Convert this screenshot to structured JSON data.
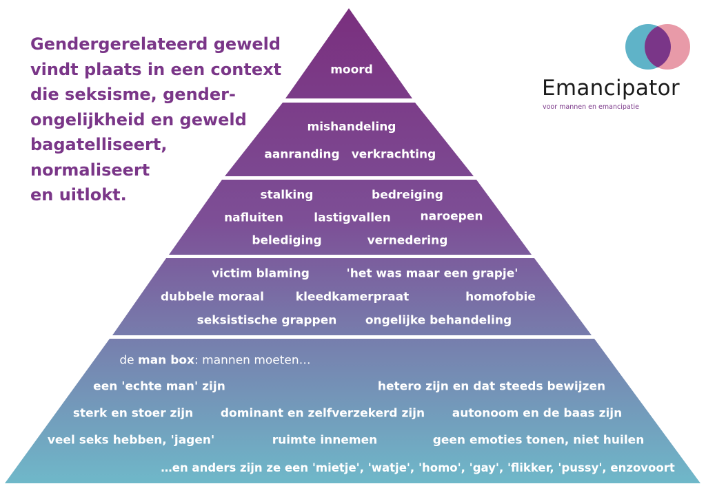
{
  "headline_lines": [
    "Gendergerelateerd geweld",
    "vindt plaats in een context",
    "die seksisme, gender-",
    "ongelijkheid en geweld",
    "bagatelliseert,",
    "normaliseert",
    "en uitlokt."
  ],
  "logo": {
    "name": "Emancipator",
    "tagline": "voor mannen en emancipatie",
    "colors": {
      "left_circle": "#5fb3c8",
      "right_circle": "#e89aa8",
      "overlap": "#7a3688"
    }
  },
  "colors": {
    "headline": "#7a3688",
    "tier_top": "#7a2f7e",
    "tier_bottom": "#6fb8c9",
    "label_text": "#ffffff"
  },
  "tiers": [
    {
      "labels": [
        "moord"
      ]
    },
    {
      "labels": [
        "mishandeling",
        "aanranding",
        "verkrachting"
      ]
    },
    {
      "labels": [
        "stalking",
        "bedreiging",
        "nafluiten",
        "lastigvallen",
        "naroepen",
        "belediging",
        "vernedering"
      ]
    },
    {
      "labels": [
        "victim blaming",
        "'het was maar een grapje'",
        "dubbele moraal",
        "kleedkamerpraat",
        "homofobie",
        "seksistische grappen",
        "ongelijke  behandeling"
      ]
    },
    {
      "intro_prefix": "de ",
      "intro_bold": "man box",
      "intro_suffix": ": mannen moeten…",
      "labels": [
        "een 'echte man' zijn",
        "hetero zijn en dat steeds bewijzen",
        "sterk en stoer zijn",
        "dominant en zelfverzekerd zijn",
        "autonoom en de baas zijn",
        "veel seks hebben, 'jagen'",
        "ruimte innemen",
        "geen emoties tonen, niet huilen",
        "…en anders zijn ze een 'mietje', 'watje', 'homo', 'gay', 'flikker, 'pussy', enzovoort"
      ]
    }
  ]
}
